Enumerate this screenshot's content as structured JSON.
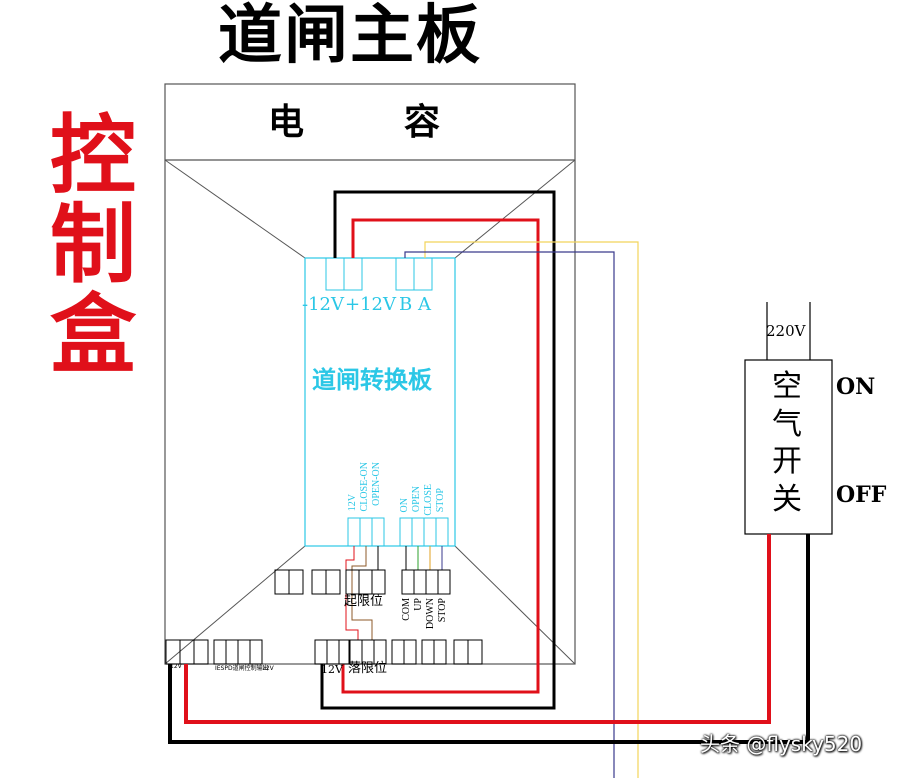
{
  "title": "道闸主板",
  "side_label": "控制盒",
  "capacitor_label": [
    "电",
    "容"
  ],
  "converter": {
    "name": "道闸转换板",
    "ports": [
      "-12V",
      "+12V",
      "B",
      "A"
    ],
    "bottom_left_pins": [
      "12V",
      "CLOSE-ON",
      "OPEN-ON"
    ],
    "bottom_right_pins": [
      "ON",
      "OPEN",
      "CLOSE",
      "STOP"
    ]
  },
  "mainboard": {
    "upper_limit_label": "起限位",
    "lower_limit_label": "落限位",
    "control_pins": [
      "COM",
      "UP",
      "DOWN",
      "STOP"
    ],
    "left_12v_label": "12V",
    "left_small_label": "12V",
    "remote_port_label": "IESPD道闸控制输出",
    "middle_12v_label": "12V"
  },
  "switch": {
    "input_label": "220V",
    "name": "空气开关",
    "on_label": "ON",
    "off_label": "OFF"
  },
  "colors": {
    "red_wire": "#e0101a",
    "black_wire": "#000000",
    "cyan_board": "#2bc7e6",
    "yellow_wire": "#f2d45a",
    "blue_wire": "#3a3a8c"
  },
  "watermark": "头条 @flysky520"
}
